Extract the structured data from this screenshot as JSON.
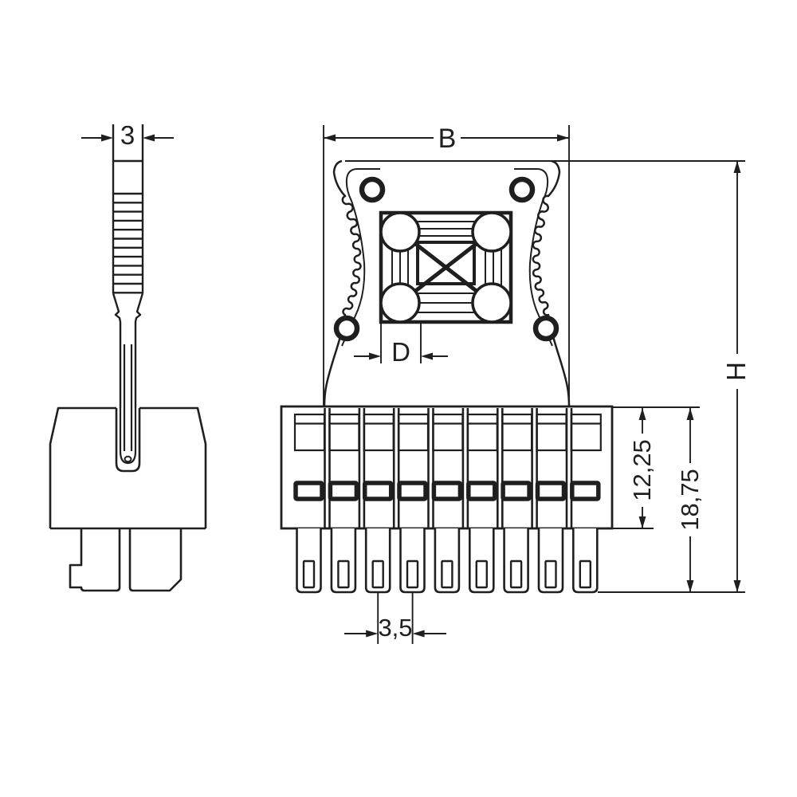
{
  "pole_count": 9,
  "colors": {
    "line": "#1f1f1f",
    "background": "#ffffff"
  },
  "dimensions": {
    "operating_tool_width": "3",
    "flange_width": "B",
    "coding_pin_diameter": "D",
    "housing_depth": "12,25",
    "overall_depth": "18,75",
    "total_height": "H",
    "pin_pitch": "3,5"
  }
}
